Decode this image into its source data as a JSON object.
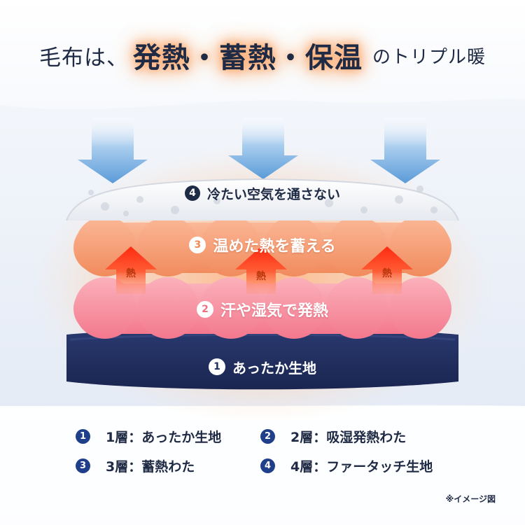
{
  "headline": {
    "prefix": "毛布は、",
    "main": "発熱・蓄熱・保温",
    "suffix": "のトリプル暖"
  },
  "layers": {
    "layer4": {
      "number": "4",
      "label": "冷たい空気を通さない"
    },
    "layer3": {
      "number": "3",
      "label": "温めた熱を蓄える"
    },
    "layer2": {
      "number": "2",
      "label": "汗や湿気で発熱"
    },
    "layer1": {
      "number": "1",
      "label": "あったか生地"
    }
  },
  "heat_label": "熱",
  "legend": [
    {
      "number": "1",
      "text": "1層：あったか生地"
    },
    {
      "number": "2",
      "text": "2層：吸湿発熱わた"
    },
    {
      "number": "3",
      "text": "3層：蓄熱わた"
    },
    {
      "number": "4",
      "text": "4層：ファータッチ生地"
    }
  ],
  "note": "※イメージ図",
  "colors": {
    "navy": "#1f2d5c",
    "orange": "#f5a27a",
    "pink": "#f6909f",
    "blue_arrow": "#6ea9df",
    "heat_arrow": "#ff3b1f"
  }
}
